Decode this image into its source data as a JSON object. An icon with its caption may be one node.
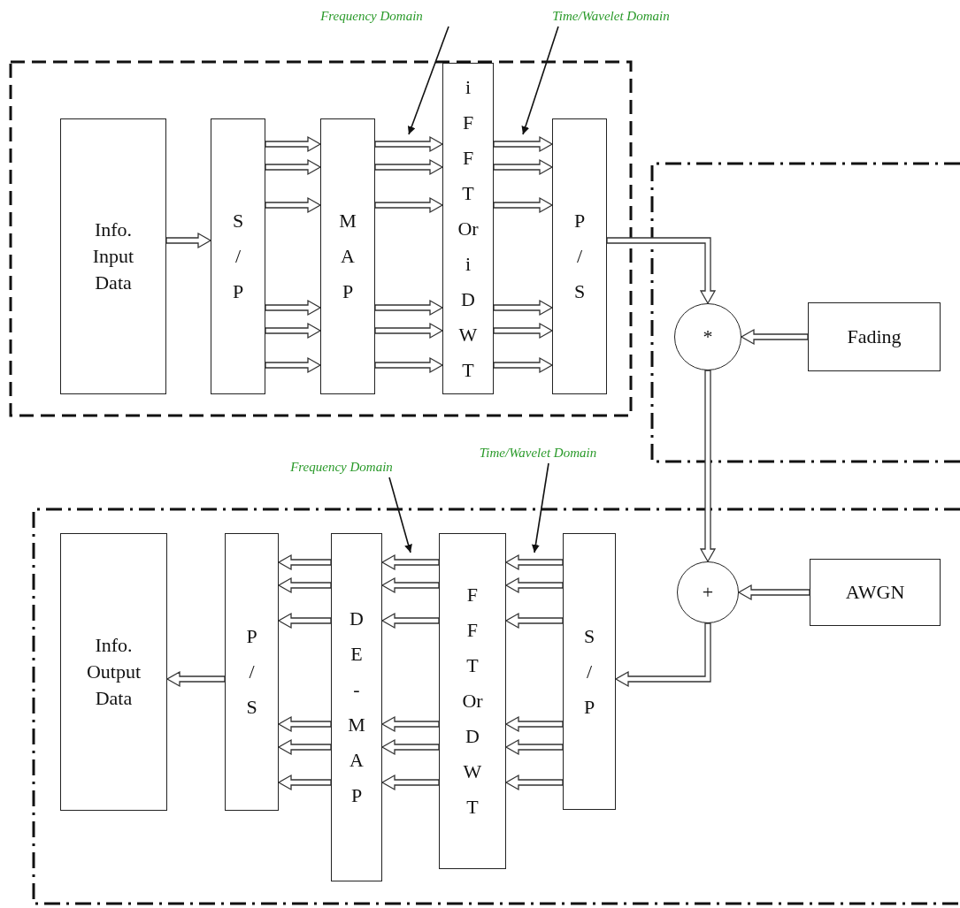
{
  "diagram": {
    "nodes": [
      {
        "text": [
          "Info. Input Data"
        ]
      },
      {
        "text": [
          "S / P"
        ]
      },
      {
        "text": [
          "M A P"
        ]
      },
      {
        "text": [
          "i F F T Or i D W T"
        ]
      },
      {
        "text": [
          "P / S"
        ]
      },
      {
        "text": [
          "*"
        ]
      },
      {
        "text": [
          "Fading"
        ]
      },
      {
        "text": [
          "+"
        ]
      },
      {
        "text": [
          "AWGN"
        ]
      },
      {
        "text": [
          "S / P"
        ]
      },
      {
        "text": [
          "F F T Or D W T"
        ]
      },
      {
        "text": [
          "D E - M A P"
        ]
      },
      {
        "text": [
          "P / S"
        ]
      },
      {
        "text": [
          "Info. Output Data"
        ]
      },
      {
        "text": [
          "Frequency Domain"
        ]
      },
      {
        "text": [
          "Time/Wavelet Domain"
        ]
      },
      {
        "text": [
          "Frequency Domain"
        ]
      },
      {
        "text": [
          "Time/Wavelet Domain"
        ]
      }
    ],
    "edges": [
      {
        "from": 0,
        "to": 1,
        "arrow": "to"
      },
      {
        "from": 1,
        "to": 2,
        "arrow": "to"
      },
      {
        "from": 1,
        "to": 2,
        "arrow": "to"
      },
      {
        "from": 1,
        "to": 2,
        "arrow": "to"
      },
      {
        "from": 1,
        "to": 2,
        "arrow": "to"
      },
      {
        "from": 1,
        "to": 2,
        "arrow": "to"
      },
      {
        "from": 1,
        "to": 2,
        "arrow": "to"
      },
      {
        "from": 2,
        "to": 3,
        "arrow": "to"
      },
      {
        "from": 2,
        "to": 3,
        "arrow": "to"
      },
      {
        "from": 2,
        "to": 3,
        "arrow": "to"
      },
      {
        "from": 2,
        "to": 3,
        "arrow": "to"
      },
      {
        "from": 2,
        "to": 3,
        "arrow": "to"
      },
      {
        "from": 2,
        "to": 3,
        "arrow": "to"
      },
      {
        "from": 3,
        "to": 4,
        "arrow": "to"
      },
      {
        "from": 3,
        "to": 4,
        "arrow": "to"
      },
      {
        "from": 3,
        "to": 4,
        "arrow": "to"
      },
      {
        "from": 3,
        "to": 4,
        "arrow": "to"
      },
      {
        "from": 3,
        "to": 4,
        "arrow": "to"
      },
      {
        "from": 3,
        "to": 4,
        "arrow": "to"
      },
      {
        "from": 4,
        "to": 5,
        "arrow": "to"
      },
      {
        "from": 6,
        "to": 5,
        "arrow": "to"
      },
      {
        "from": 5,
        "to": 7,
        "arrow": "to"
      },
      {
        "from": 8,
        "to": 7,
        "arrow": "to"
      },
      {
        "from": 7,
        "to": 9,
        "arrow": "to"
      },
      {
        "from": 9,
        "to": 10,
        "arrow": "to"
      },
      {
        "from": 9,
        "to": 10,
        "arrow": "to"
      },
      {
        "from": 9,
        "to": 10,
        "arrow": "to"
      },
      {
        "from": 9,
        "to": 10,
        "arrow": "to"
      },
      {
        "from": 9,
        "to": 10,
        "arrow": "to"
      },
      {
        "from": 9,
        "to": 10,
        "arrow": "to"
      },
      {
        "from": 10,
        "to": 11,
        "arrow": "to"
      },
      {
        "from": 10,
        "to": 11,
        "arrow": "to"
      },
      {
        "from": 10,
        "to": 11,
        "arrow": "to"
      },
      {
        "from": 10,
        "to": 11,
        "arrow": "to"
      },
      {
        "from": 10,
        "to": 11,
        "arrow": "to"
      },
      {
        "from": 10,
        "to": 11,
        "arrow": "to"
      },
      {
        "from": 11,
        "to": 12,
        "arrow": "to"
      },
      {
        "from": 11,
        "to": 12,
        "arrow": "to"
      },
      {
        "from": 11,
        "to": 12,
        "arrow": "to"
      },
      {
        "from": 11,
        "to": 12,
        "arrow": "to"
      },
      {
        "from": 11,
        "to": 12,
        "arrow": "to"
      },
      {
        "from": 11,
        "to": 12,
        "arrow": "to"
      },
      {
        "from": 12,
        "to": 13,
        "arrow": "to"
      },
      {
        "from": 14,
        "to": null,
        "arrow": "to"
      },
      {
        "from": 15,
        "to": null,
        "arrow": "to"
      },
      {
        "from": 16,
        "to": null,
        "arrow": "to"
      },
      {
        "from": 17,
        "to": null,
        "arrow": "to"
      }
    ]
  }
}
